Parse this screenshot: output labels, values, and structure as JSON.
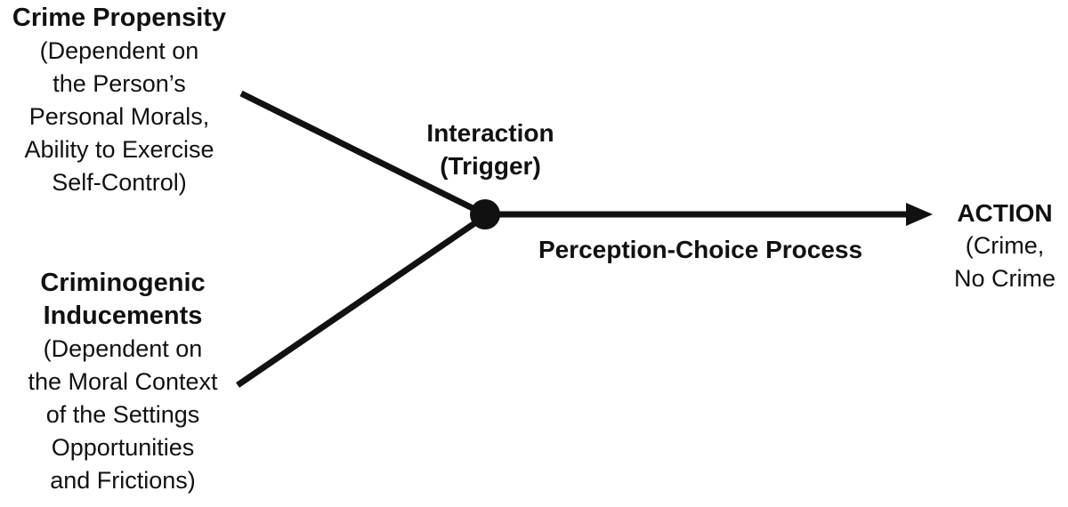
{
  "colors": {
    "ink": "#111111",
    "background": "#ffffff"
  },
  "crime_propensity": {
    "title": "Crime Propensity",
    "description_lines": [
      "(Dependent on",
      "the Person’s",
      "Personal Morals,",
      "Ability to Exercise",
      "Self-Control)"
    ]
  },
  "criminogenic_inducements": {
    "title_lines": [
      "Criminogenic",
      "Inducements"
    ],
    "description_lines": [
      "(Dependent on",
      "the Moral Context",
      "of the Settings",
      "Opportunities",
      "and Frictions)"
    ]
  },
  "interaction": {
    "label_lines": [
      "Interaction",
      "(Trigger)"
    ]
  },
  "perception_choice": {
    "label": "Perception-Choice Process"
  },
  "action": {
    "title": "ACTION",
    "outcome_lines": [
      "(Crime,",
      "No Crime"
    ]
  }
}
